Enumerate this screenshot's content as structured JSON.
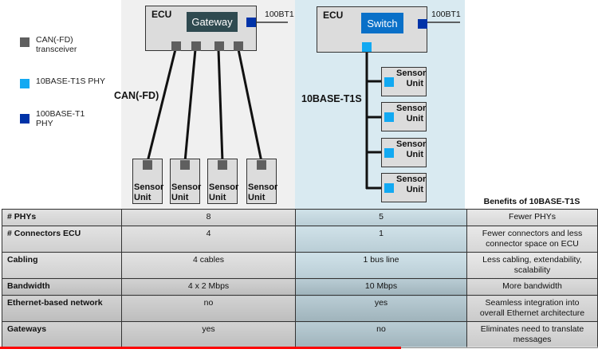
{
  "legend": [
    {
      "label": "CAN(-FD) transceiver",
      "color": "#5f5f5f"
    },
    {
      "label": "10BASE-T1S PHY",
      "color": "#12a9f2"
    },
    {
      "label": "100BASE-T1 PHY",
      "color": "#0033a8"
    }
  ],
  "colors": {
    "can_transceiver": "#5f5f5f",
    "t1s_phy": "#12a9f2",
    "t1_phy": "#0033a8",
    "gateway_chip": "#2f4a50",
    "switch_chip": "#0a70c8",
    "progress": "#ff0000"
  },
  "can_diagram": {
    "bus_label": "CAN(-FD)",
    "ecu_label": "ECU",
    "chip_label": "Gateway",
    "uplink_label": "100BT1",
    "sensors": [
      {
        "label": "Sensor Unit"
      },
      {
        "label": "Sensor Unit"
      },
      {
        "label": "Sensor Unit"
      },
      {
        "label": "Sensor Unit"
      }
    ]
  },
  "t1s_diagram": {
    "bus_label": "10BASE-T1S",
    "ecu_label": "ECU",
    "chip_label": "Switch",
    "uplink_label": "100BT1",
    "sensors": [
      {
        "label": "Sensor Unit"
      },
      {
        "label": "Sensor Unit"
      },
      {
        "label": "Sensor Unit"
      },
      {
        "label": "Sensor Unit"
      }
    ]
  },
  "table": {
    "benefits_header": "Benefits of 10BASE-T1S",
    "rows": [
      {
        "label": "# PHYs",
        "can": "8",
        "t1s": "5",
        "benefit": "Fewer PHYs"
      },
      {
        "label": "# Connectors ECU",
        "can": "4",
        "t1s": "1",
        "benefit": "Fewer connectors and less connector space on ECU"
      },
      {
        "label": "Cabling",
        "can": "4 cables",
        "t1s": "1 bus line",
        "benefit": "Less cabling, extendability, scalability"
      },
      {
        "label": "Bandwidth",
        "can": "4 x 2 Mbps",
        "t1s": "10 Mbps",
        "benefit": "More bandwidth"
      },
      {
        "label": "Ethernet-based network",
        "can": "no",
        "t1s": "yes",
        "benefit": "Seamless integration into overall Ethernet architecture"
      },
      {
        "label": "Gateways",
        "can": "yes",
        "t1s": "no",
        "benefit": "Eliminates  need to translate messages"
      }
    ]
  },
  "video": {
    "progress_percent": 67
  }
}
